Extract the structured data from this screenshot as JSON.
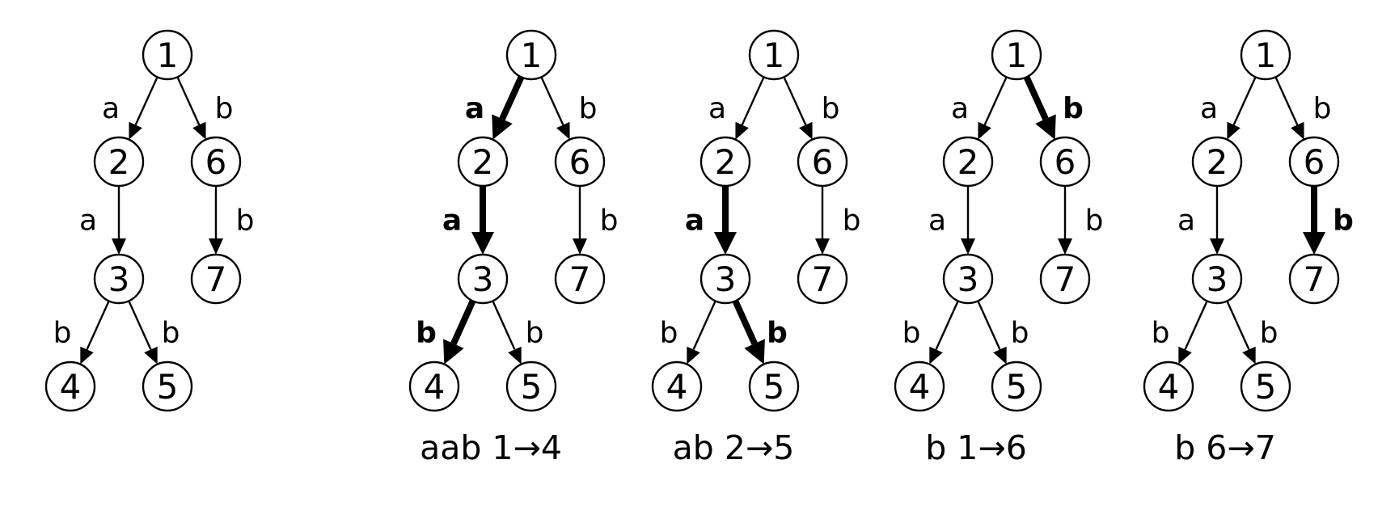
{
  "nodes": [
    "1",
    "2",
    "3",
    "4",
    "5",
    "6",
    "7"
  ],
  "edges": [
    {
      "from": "1",
      "to": "2",
      "label": "a"
    },
    {
      "from": "1",
      "to": "6",
      "label": "b"
    },
    {
      "from": "2",
      "to": "3",
      "label": "a"
    },
    {
      "from": "6",
      "to": "7",
      "label": "b"
    },
    {
      "from": "3",
      "to": "4",
      "label": "b"
    },
    {
      "from": "3",
      "to": "5",
      "label": "b"
    }
  ],
  "panels": [
    {
      "caption": "",
      "highlighted_edges": []
    },
    {
      "caption": "aab 1→4",
      "highlighted_edges": [
        0,
        2,
        4
      ]
    },
    {
      "caption": "ab 2→5",
      "highlighted_edges": [
        2,
        5
      ]
    },
    {
      "caption": "b 1→6",
      "highlighted_edges": [
        1
      ]
    },
    {
      "caption": "b 6→7",
      "highlighted_edges": [
        3
      ]
    }
  ]
}
